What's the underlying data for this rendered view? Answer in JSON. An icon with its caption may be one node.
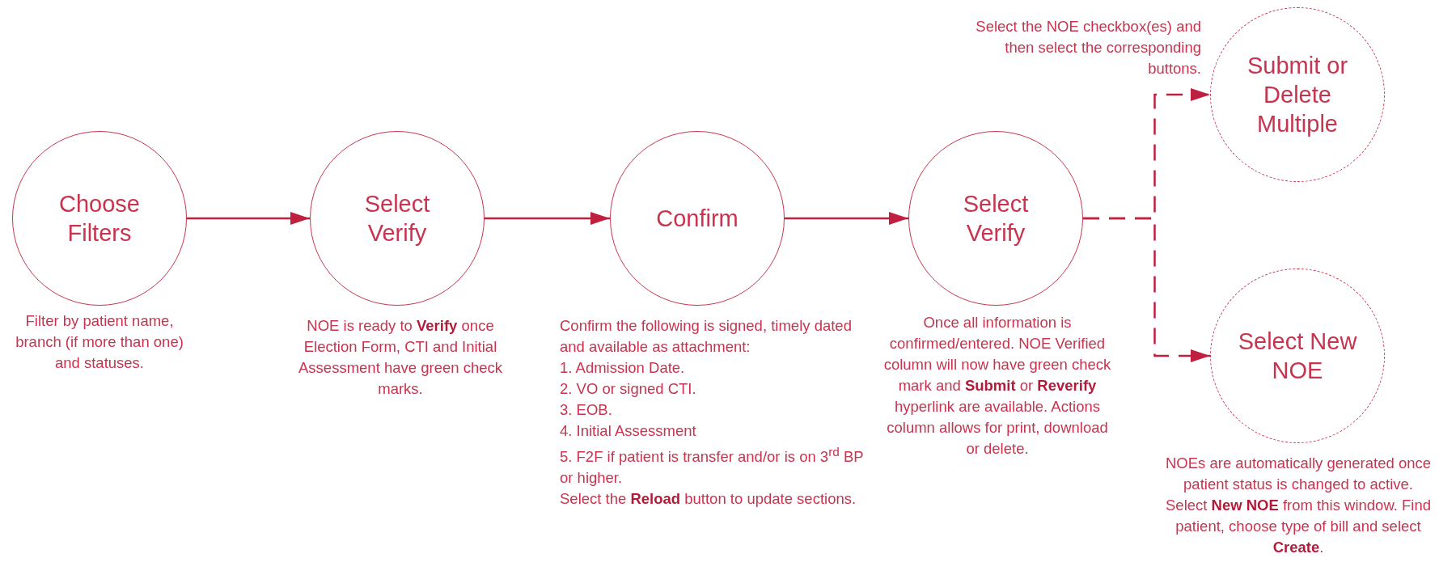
{
  "diagram": {
    "nodes": [
      {
        "text": [
          "Choose Filters"
        ],
        "beside": [
          "Filter by patient name, branch (if more than one) and statuses."
        ]
      },
      {
        "text": [
          "Select Verify"
        ],
        "beside": [
          "NOE is ready to **Verify** once Election Form, CTI and Initial Assessment have green check marks."
        ]
      },
      {
        "text": [
          "Confirm"
        ],
        "beside": [
          "Confirm the following is signed, timely dated and available as attachment:",
          "1. Admission Date.",
          "2. VO or signed CTI.",
          "3. EOB.",
          "4. Initial Assessment",
          "5. F2F if patient is transfer and/or is on 3$^{rd}$ BP or higher.",
          "Select the **Reload** button to update sections."
        ]
      },
      {
        "text": [
          "Select Verify"
        ],
        "beside": [
          "Once all information is confirmed/entered. NOE Verified column will now have green check mark and **Submit** or **Reverify** hyperlink are available. Actions column allows for print, download or delete."
        ]
      },
      {
        "text": [
          "Submit or Delete Multiple"
        ],
        "beside": [
          "Select the NOE checkbox(es) and then select the corresponding buttons."
        ]
      },
      {
        "text": [
          "Select New NOE"
        ],
        "beside": [
          "NOEs are automatically generated once patient status is changed to active. Select **New NOE** from this window. Find patient, choose type of bill and select **Create**."
        ]
      }
    ],
    "edges": [
      {
        "from": 0,
        "to": 1,
        "arrow": "to"
      },
      {
        "from": 1,
        "to": 2,
        "arrow": "to"
      },
      {
        "from": 2,
        "to": 3,
        "arrow": "to"
      },
      {
        "from": 3,
        "to": 4,
        "arrow": "to",
        "style": "dashed"
      },
      {
        "from": 3,
        "to": 5,
        "arrow": "to",
        "style": "dashed"
      }
    ]
  }
}
